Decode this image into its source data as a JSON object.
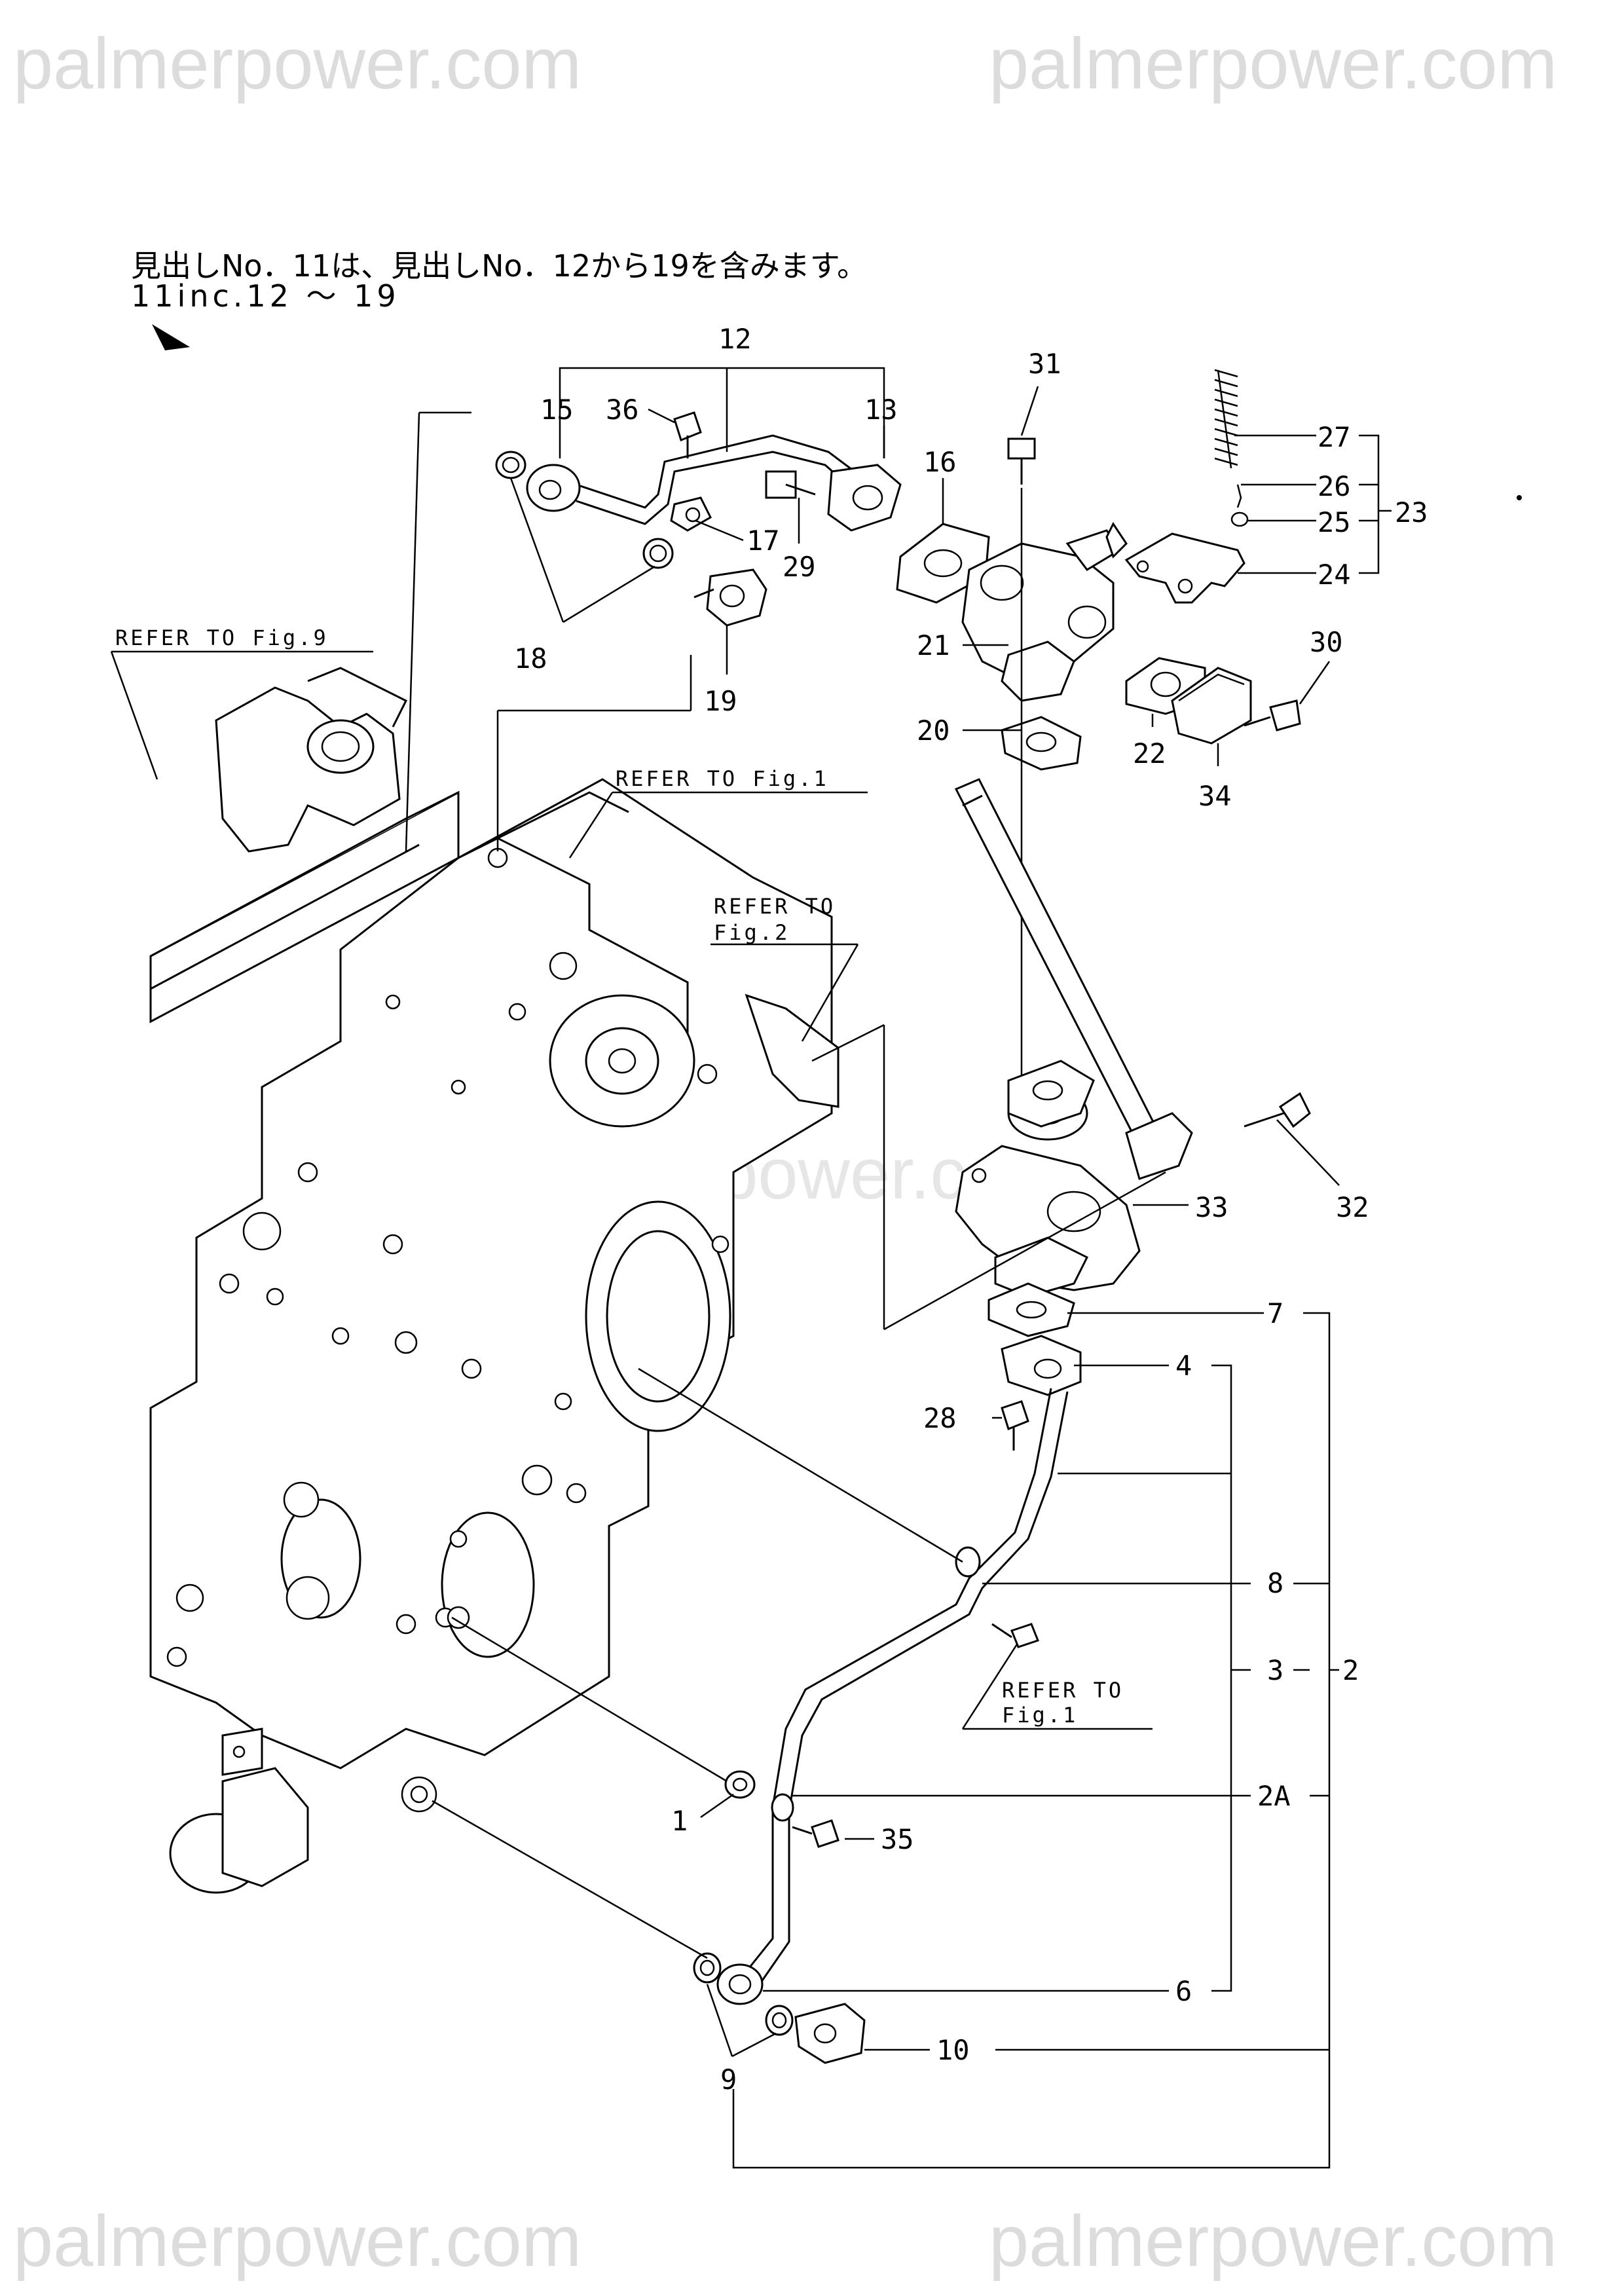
{
  "watermark": "palmerpower.com",
  "note": {
    "line1": "見出しNo．11は、見出しNo．12から19を含みます。",
    "line2": "11inc.12 ～ 19"
  },
  "refer": {
    "fig9": "REFER TO Fig.9",
    "fig1_top": "REFER TO Fig.1",
    "fig2_line1": "REFER TO",
    "fig2_line2": "Fig.2",
    "fig1_low_line1": "REFER TO",
    "fig1_low_line2": "Fig.1"
  },
  "part_numbers": {
    "p1": "1",
    "p2": "2",
    "p2a": "2A",
    "p3": "3",
    "p4": "4",
    "p6": "6",
    "p7": "7",
    "p8": "8",
    "p9": "9",
    "p10": "10",
    "p12": "12",
    "p13": "13",
    "p15": "15",
    "p16": "16",
    "p17": "17",
    "p18": "18",
    "p19": "19",
    "p20": "20",
    "p21": "21",
    "p22": "22",
    "p23": "23",
    "p24": "24",
    "p25": "25",
    "p26": "26",
    "p27": "27",
    "p28": "28",
    "p29": "29",
    "p30": "30",
    "p31": "31",
    "p32": "32",
    "p33": "33",
    "p34": "34",
    "p35": "35",
    "p36": "36"
  }
}
